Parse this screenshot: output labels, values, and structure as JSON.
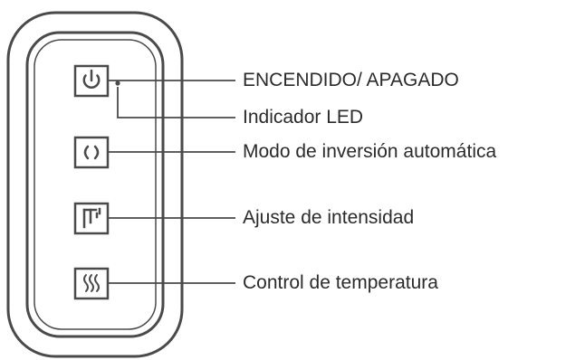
{
  "labels": {
    "power": "ENCENDIDO/ APAGADO",
    "led": "Indicador LED",
    "auto_reverse": "Modo de inversión automática",
    "intensity": "Ajuste de intensidad",
    "temperature": "Control de temperatura"
  },
  "icons": {
    "power": "power-icon",
    "led": "led-indicator-icon",
    "auto_reverse": "rotation-arrows-icon",
    "intensity": "intensity-bars-icon",
    "temperature": "heat-waves-icon"
  },
  "colors": {
    "stroke": "#4a4a4a",
    "text": "#2b2b2b",
    "background": "#ffffff"
  }
}
